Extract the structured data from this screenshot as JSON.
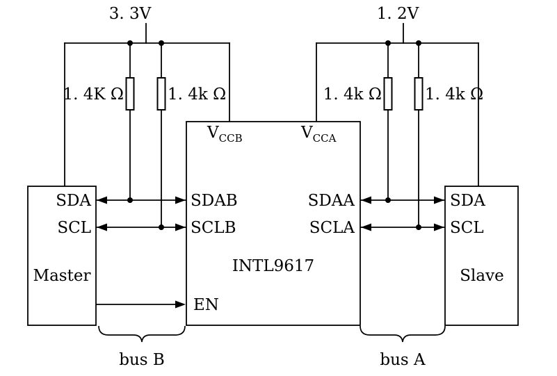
{
  "supply_left": {
    "label": "3. 3V"
  },
  "supply_right": {
    "label": "1. 2V"
  },
  "resistor_labels": {
    "left_sda": "1. 4K Ω",
    "left_scl": "1. 4k Ω",
    "right_sda": "1. 4k Ω",
    "right_scl": "1. 4k Ω"
  },
  "master": {
    "pin_sda": "SDA",
    "pin_scl": "SCL",
    "label": "Master"
  },
  "slave": {
    "pin_sda": "SDA",
    "pin_scl": "SCL",
    "label": "Slave"
  },
  "ic": {
    "label": "INTL9617",
    "pin_vccb_base": "V",
    "pin_vccb_sub": "CCB",
    "pin_vcca_base": "V",
    "pin_vcca_sub": "CCA",
    "pin_sdab": "SDAB",
    "pin_sclb": "SCLB",
    "pin_sdaa": "SDAA",
    "pin_scla": "SCLA",
    "pin_en": "EN"
  },
  "bus_b": {
    "label": "bus B"
  },
  "bus_a": {
    "label": "bus A"
  },
  "colors": {
    "stroke": "#000000",
    "background": "#ffffff"
  }
}
